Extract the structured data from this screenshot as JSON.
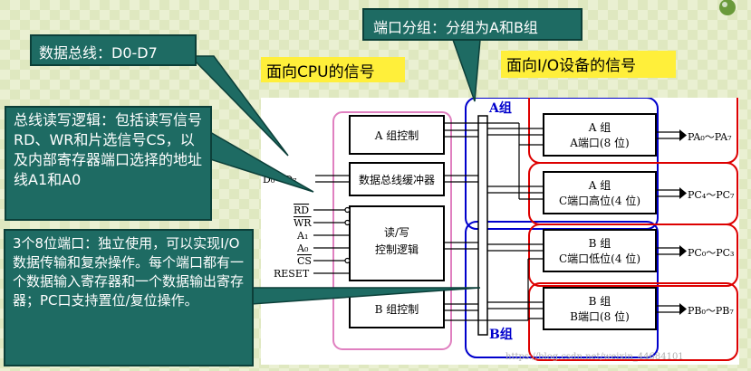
{
  "callouts": {
    "data_bus": "数据总线：D0-D7",
    "port_group": "端口分组：分组为A和B组",
    "rw_logic": "总线读写逻辑：包括读写信号RD、WR和片选信号CS，以及内部寄存器端口选择的地址线A1和A0",
    "ports": "3个8位端口：独立使用，可以实现I/O数据传输和复杂操作。每个端口都有一个数据输入寄存器和一个数据输出寄存器；PC口支持置位/复位操作。"
  },
  "labels": {
    "cpu_side": "面向CPU的信号",
    "io_side": "面向I/O设备的信号",
    "group_a": "A组",
    "group_b": "B组"
  },
  "blocks": {
    "a_control": "A 组控制",
    "buffer": "数据总线缓冲器",
    "rw_line1": "读/写",
    "rw_line2": "控制逻辑",
    "b_control": "B 组控制",
    "pa_line1": "A 组",
    "pa_line2": "A端口(8 位)",
    "pch_line1": "A 组",
    "pch_line2": "C端口高位(4 位)",
    "pcl_line1": "B 组",
    "pcl_line2": "C端口低位(4 位)",
    "pb_line1": "B 组",
    "pb_line2": "B端口(8 位)"
  },
  "signals": {
    "data": "D₀～D₇",
    "rd": "RD",
    "wr": "WR",
    "a1": "A₁",
    "a0": "A₀",
    "cs": "CS",
    "reset": "RESET",
    "pa": "PA₀～PA₇",
    "pch": "PC₄～PC₇",
    "pcl": "PC₀～PC₃",
    "pb": "PB₀～PB₇"
  },
  "watermark": "https://blog.csdn.net/weixin_44684101",
  "colors": {
    "callout_bg": "#1e6b63",
    "label_bg": "#ffef3a",
    "group_a_box": "#0000cc",
    "io_box": "#dd0000",
    "cpu_box": "#e080c0"
  }
}
